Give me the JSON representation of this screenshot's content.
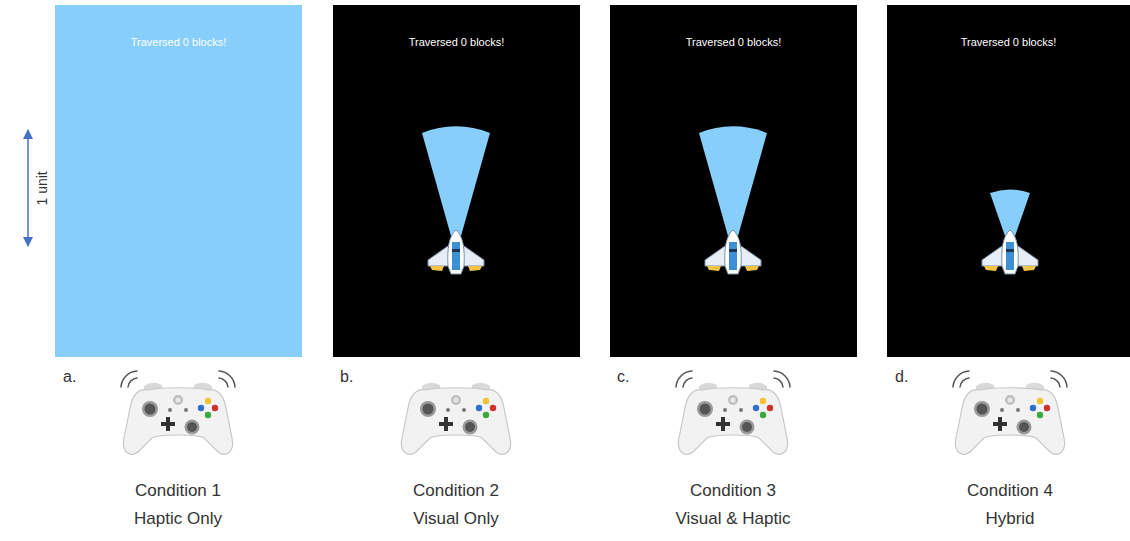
{
  "diagram": {
    "nodes": [
      {
        "text": [
          "Traversed 0 blocks!"
        ]
      },
      {
        "text": [
          "Traversed 0 blocks!"
        ]
      },
      {
        "text": [
          "Traversed 0 blocks!"
        ]
      },
      {
        "text": [
          "Traversed 0 blocks!"
        ]
      }
    ],
    "labels": [
      "1 unit",
      "a.",
      "b.",
      "c.",
      "d.",
      "Condition 1",
      "Haptic Only",
      "Condition 2",
      "Visual Only",
      "Condition 3",
      "Visual & Haptic",
      "Condition 4",
      "Hybrid"
    ]
  }
}
